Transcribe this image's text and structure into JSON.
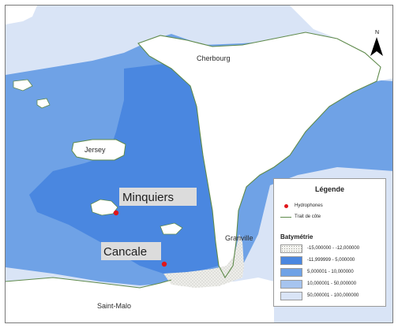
{
  "map": {
    "place_labels": {
      "cherbourg": "Cherbourg",
      "jersey": "Jersey",
      "granville": "Granville",
      "saint_malo": "Saint-Malo",
      "minquiers": "Minquiers",
      "cancale": "Cancale"
    },
    "north_label": "N",
    "colors": {
      "land": "#ffffff",
      "offshore_water": "#d9e4f6",
      "shallow_water": "#4a87e0",
      "mid_water": "#6fa2e6",
      "intertidal": "#eeeeea",
      "coastline": "#5f8a4b",
      "hydrophone": "#e0161b",
      "label_background": "#dcdcdc"
    }
  },
  "legend": {
    "title": "Légende",
    "hydrophones_label": "Hydrophones",
    "coastline_label": "Trait de côte",
    "bathymetry_title": "Batymétrie",
    "bathymetry_classes": [
      {
        "label": "-15,000000 - -12,000000",
        "color": "#f3f3ef"
      },
      {
        "label": "-11,999999 - 5,000000",
        "color": "#4a87e0"
      },
      {
        "label": "5,000001 - 10,000000",
        "color": "#6fa2e6"
      },
      {
        "label": "10,000001 - 50,000000",
        "color": "#a6c4ef"
      },
      {
        "label": "50,000001 - 100,000000",
        "color": "#d9e4f6"
      }
    ]
  }
}
